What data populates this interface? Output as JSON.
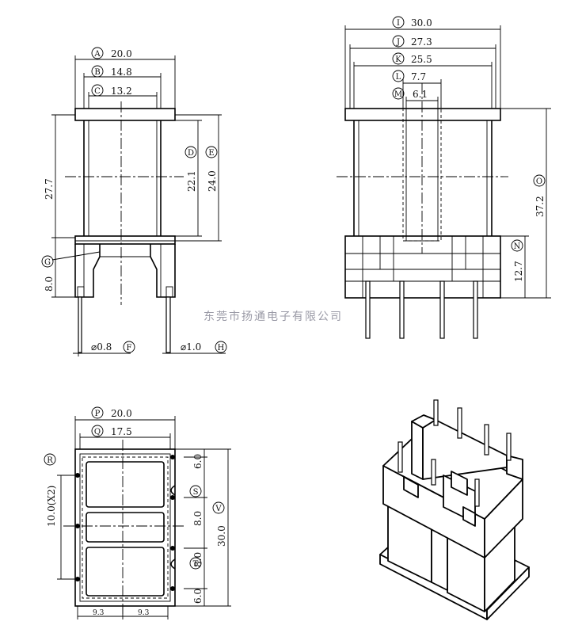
{
  "front_view": {
    "dims": {
      "A": {
        "letter": "A",
        "value": "20.0"
      },
      "B": {
        "letter": "B",
        "value": "14.8"
      },
      "C": {
        "letter": "C",
        "value": "13.2"
      },
      "D": {
        "letter": "D",
        "value": "22.1"
      },
      "E": {
        "letter": "E",
        "value": "24.0"
      },
      "H": "27.7",
      "G": {
        "letter": "G"
      },
      "G_value": "8.0",
      "F": {
        "letter": "F",
        "value": "⌀0.8"
      },
      "Hpin": {
        "letter": "H",
        "value": "⌀1.0"
      }
    }
  },
  "side_view": {
    "dims": {
      "I": {
        "letter": "I",
        "value": "30.0"
      },
      "J": {
        "letter": "J",
        "value": "27.3"
      },
      "K": {
        "letter": "K",
        "value": "25.5"
      },
      "L": {
        "letter": "L",
        "value": "7.7"
      },
      "M": {
        "letter": "M",
        "value": "6.1"
      },
      "O": {
        "letter": "O",
        "value": "37.2"
      },
      "N": {
        "letter": "N",
        "value": "12.7"
      }
    }
  },
  "bottom_view": {
    "dims": {
      "P": {
        "letter": "P",
        "value": "20.0"
      },
      "Q": {
        "letter": "Q",
        "value": "17.5"
      },
      "R": {
        "letter": "R",
        "value": "10.0(X2)"
      },
      "S": {
        "letter": "S"
      },
      "T": {
        "letter": "T"
      },
      "V": {
        "letter": "V",
        "value": "30.0"
      },
      "s1": "6.0",
      "s2": "8.0",
      "s3": "8.0",
      "s4": "6.0",
      "b1": "9.3",
      "b2": "9.3"
    }
  },
  "watermark": "东莞市扬通电子有限公司"
}
